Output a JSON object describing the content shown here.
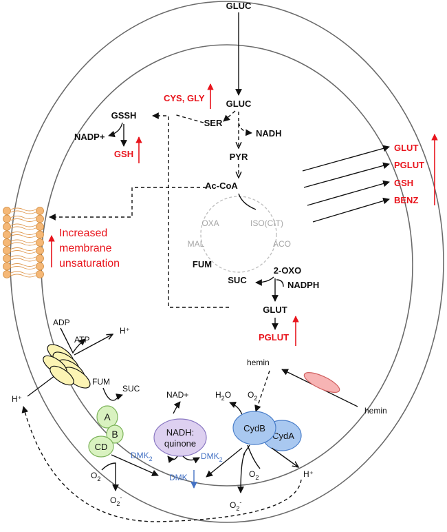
{
  "metabolites": {
    "gluc_ext": "GLUC",
    "gluc_int": "GLUC",
    "ser": "SER",
    "nadh": "NADH",
    "pyr": "PYR",
    "accoa": "Ac-CoA",
    "cys_gly": "CYS, GLY",
    "gssh": "GSSH",
    "nadp": "NADP+",
    "gsh": "GSH",
    "oxa": "OXA",
    "iso": "ISO(CIT)",
    "mal": "MAL",
    "aco": "ACO",
    "fum": "FUM",
    "oxo": "2-OXO",
    "suc": "SUC",
    "nadph": "NADPH",
    "glut": "GLUT",
    "pglut": "PGLUT"
  },
  "secreted": [
    "GLUT",
    "PGLUT",
    "GSH",
    "BENZ"
  ],
  "membrane_text": [
    "Increased",
    "membrane",
    "unsaturation"
  ],
  "atp_synthase": {
    "adp": "ADP",
    "atp": "ATP",
    "proton_out": "H⁺"
  },
  "proton_left": "H⁺",
  "proton_right": "H⁺",
  "complex_ii": {
    "fum": "FUM",
    "suc": "SUC",
    "sub_a": "A",
    "sub_b": "B",
    "sub_cd": "CD",
    "o2": "O2",
    "o2_minus": "O2-"
  },
  "nadh_quinone": {
    "nad": "NAD+",
    "label_line1": "NADH:",
    "label_line2": "quinone",
    "dmk2_left": "DMK2",
    "dmk2_right": "DMK2",
    "dmk": "DMK"
  },
  "cytochrome": {
    "cydb": "CydB",
    "cyda": "CydA",
    "h2o": "H2O",
    "o2_top": "O2",
    "hemin_in": "hemin",
    "hemin_out": "hemin",
    "o2_mid": "O2",
    "o2_bottom": "O2-"
  },
  "colors": {
    "upregulated": "#e8141c",
    "quinone_pool": "#4472c4",
    "complex_ii": "#d9f2c0",
    "nadh_quinone": "#ddd0f0",
    "cytochrome": "#a9c8f0",
    "atp_synthase": "#fcf4b4",
    "transporter": "#f7b4b4",
    "lipid": "#f5b877"
  }
}
